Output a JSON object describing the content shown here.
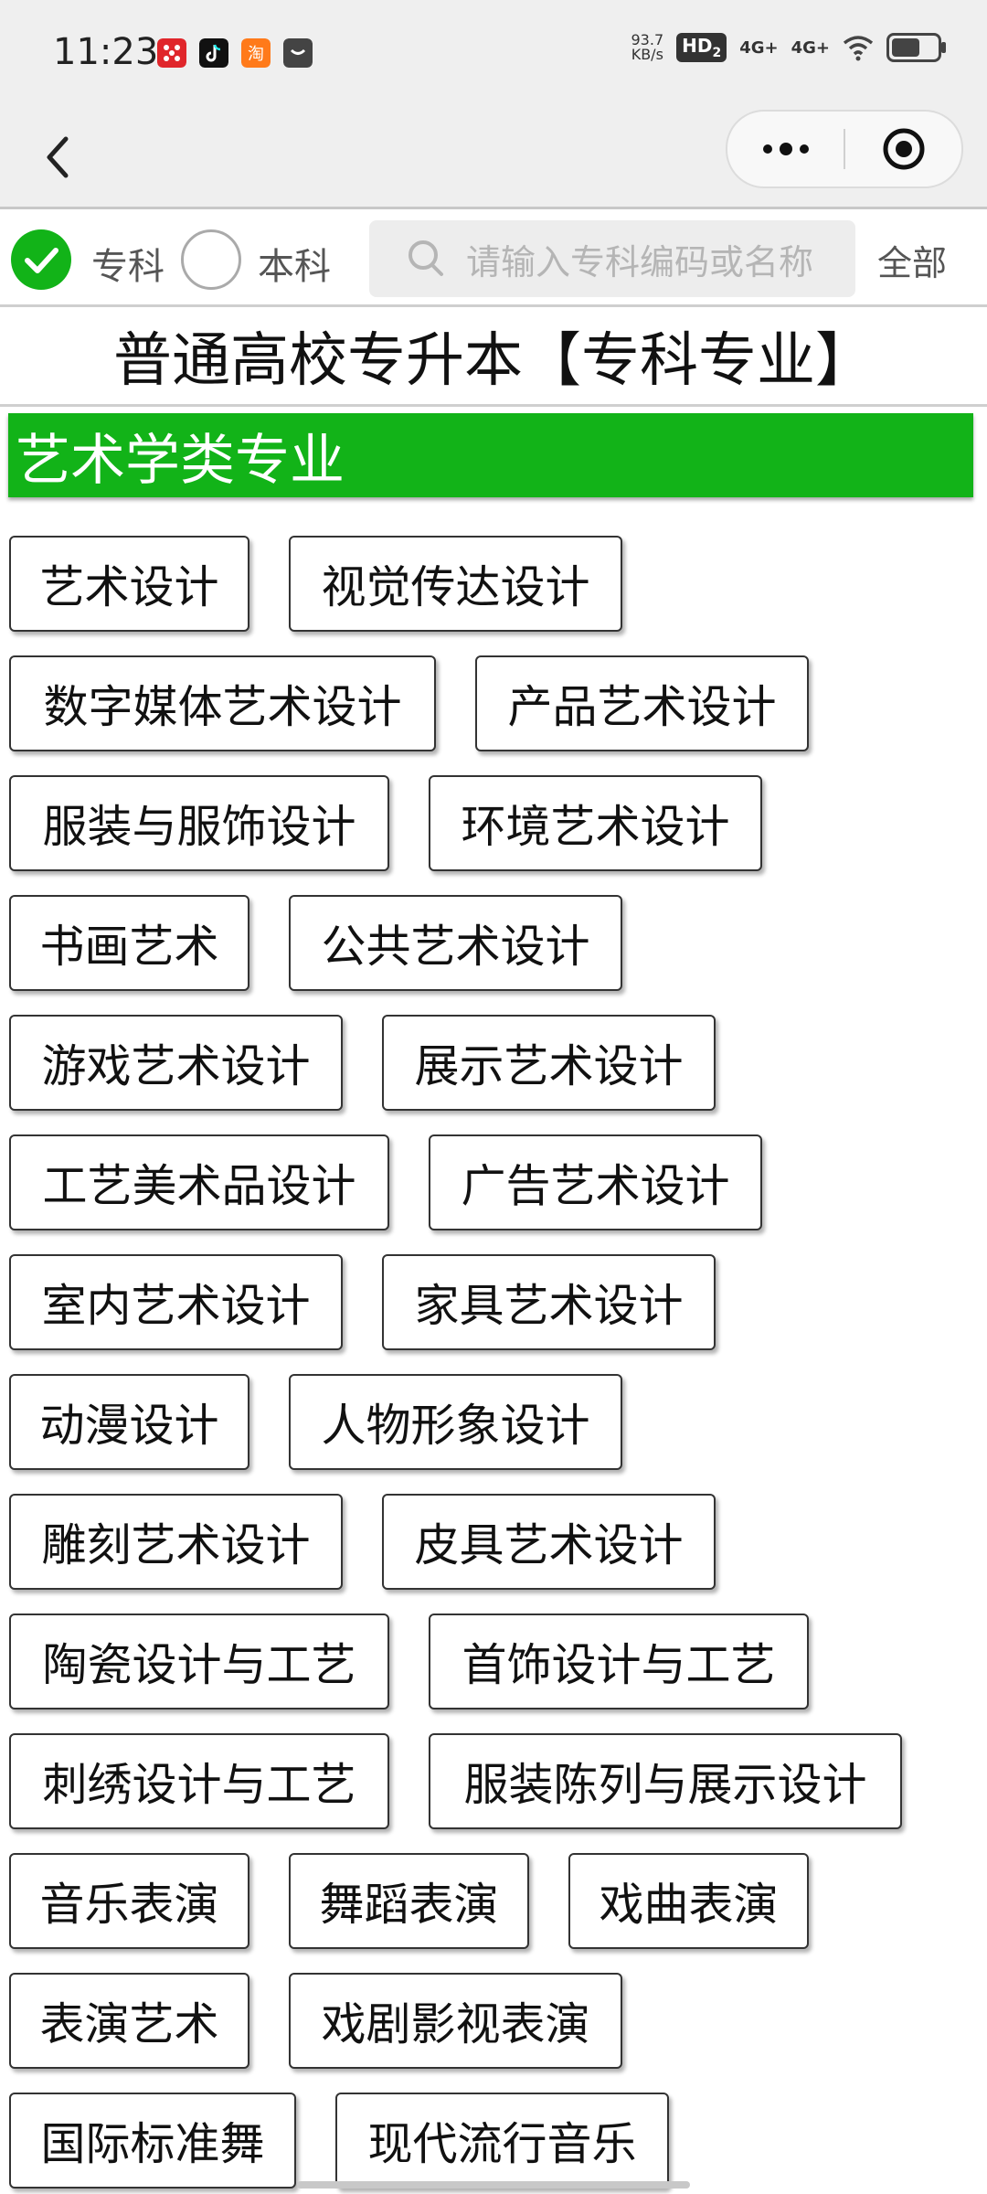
{
  "status_bar": {
    "time": "11:23",
    "net_speed_value": "93.7",
    "net_speed_unit": "KB/s",
    "hd_label": "HD",
    "hd_sub": "2",
    "signal1": "4G+",
    "signal2": "4G+"
  },
  "nav": {
    "back_icon": "chevron-left-icon",
    "more_icon": "more-dots-icon",
    "target_icon": "target-icon"
  },
  "filter": {
    "option1_label": "专科",
    "option1_checked": true,
    "option2_label": "本科",
    "option2_checked": false,
    "search_placeholder": "请输入专科编码或名称",
    "all_label": "全部"
  },
  "page_title": "普通高校专升本【专科专业】",
  "category": {
    "title": "艺术学类专业",
    "color": "#12b318",
    "rows": [
      [
        "艺术设计",
        "视觉传达设计"
      ],
      [
        "数字媒体艺术设计",
        "产品艺术设计"
      ],
      [
        "服装与服饰设计",
        "环境艺术设计"
      ],
      [
        "书画艺术",
        "公共艺术设计"
      ],
      [
        "游戏艺术设计",
        "展示艺术设计"
      ],
      [
        "工艺美术品设计",
        "广告艺术设计"
      ],
      [
        "室内艺术设计",
        "家具艺术设计"
      ],
      [
        "动漫设计",
        "人物形象设计"
      ],
      [
        "雕刻艺术设计",
        "皮具艺术设计"
      ],
      [
        "陶瓷设计与工艺",
        "首饰设计与工艺"
      ],
      [
        "刺绣设计与工艺",
        "服装陈列与展示设计"
      ],
      [
        "音乐表演",
        "舞蹈表演",
        "戏曲表演"
      ],
      [
        "表演艺术",
        "戏剧影视表演"
      ],
      [
        "国际标准舞",
        "现代流行音乐"
      ]
    ]
  }
}
